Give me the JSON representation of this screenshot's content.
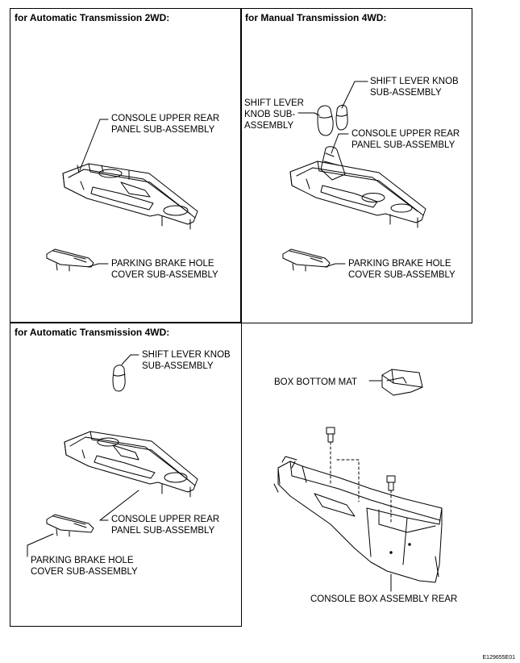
{
  "panels": {
    "at2wd": {
      "title": "for Automatic Transmission 2WD:",
      "console_label": [
        "CONSOLE UPPER REAR",
        "PANEL SUB-ASSEMBLY"
      ],
      "cover_label": [
        "PARKING BRAKE HOLE",
        "COVER SUB-ASSEMBLY"
      ]
    },
    "mt4wd": {
      "title": "for Manual Transmission 4WD:",
      "knob_label": [
        "SHIFT LEVER",
        "KNOB SUB-",
        "ASSEMBLY"
      ],
      "knob2_label": [
        "SHIFT LEVER KNOB",
        "SUB-ASSEMBLY"
      ],
      "console_label": [
        "CONSOLE UPPER REAR",
        "PANEL SUB-ASSEMBLY"
      ],
      "cover_label": [
        "PARKING BRAKE HOLE",
        "COVER SUB-ASSEMBLY"
      ]
    },
    "at4wd": {
      "title": "for Automatic Transmission 4WD:",
      "knob_label": [
        "SHIFT LEVER KNOB",
        "SUB-ASSEMBLY"
      ],
      "console_label": [
        "CONSOLE UPPER REAR",
        "PANEL SUB-ASSEMBLY"
      ],
      "cover_label": [
        "PARKING BRAKE HOLE",
        "COVER SUB-ASSEMBLY"
      ]
    },
    "common": {
      "mat_label": "BOX BOTTOM MAT",
      "box_label": "CONSOLE BOX ASSEMBLY REAR"
    }
  },
  "figure_code": "E129655E01"
}
